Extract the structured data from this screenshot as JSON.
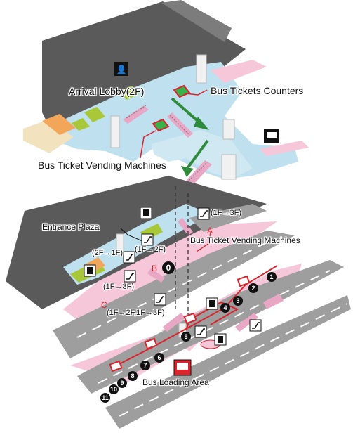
{
  "labels": {
    "arrival_lobby": "Arrival Lobby(2F)",
    "bus_tickets_counters": "Bus Tickets Counters",
    "bus_ticket_vending_upper": "Bus Ticket Vending Machines",
    "entrance_plaza": "Entrance Plaza",
    "bus_ticket_vending_lower": "Bus Ticket Vending Machines",
    "bus_loading_area": "Bus Loading Area"
  },
  "floor_notes": {
    "f1_3f_top": "(1F→3F)",
    "f2_1f": "(2F→1F)",
    "f1_2f": "(1F→2F)",
    "f1_3f_left": "(1F→3F)",
    "f1_2f_1_3f": "(1F→2F,1F→3F)"
  },
  "zones": {
    "a": "A",
    "b": "B",
    "c": "C"
  },
  "stops": [
    "0",
    "1",
    "2",
    "3",
    "4",
    "5",
    "6",
    "7",
    "8",
    "9",
    "10",
    "11"
  ],
  "colors": {
    "lobby_blue": "#bfe0ee",
    "plaza_pink": "#f6c7d9",
    "route_red": "#d9232d",
    "arrow_green": "#2e8b3a",
    "dark_building": "#5a5a5a"
  }
}
